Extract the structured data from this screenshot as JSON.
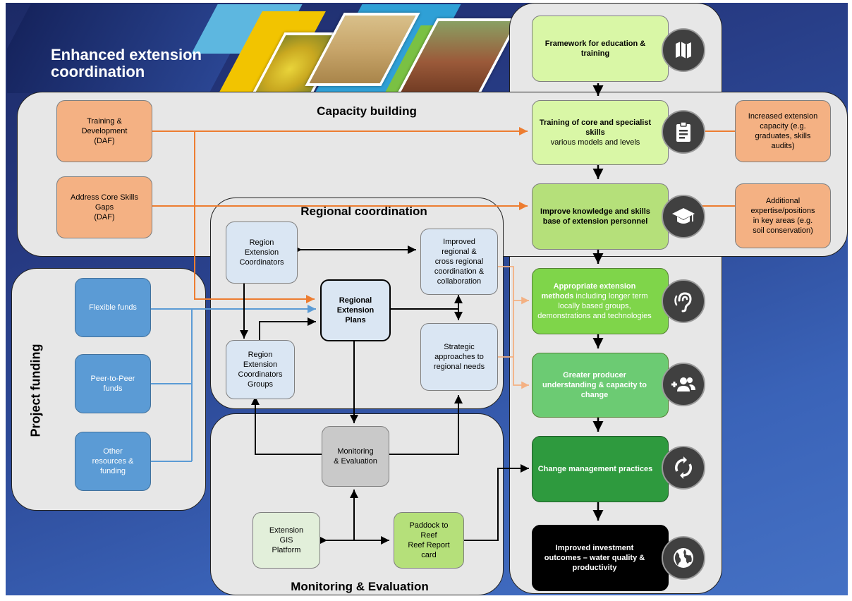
{
  "banner": {
    "title_line1": "Enhanced extension",
    "title_line2": "coordination"
  },
  "panels": {
    "capacity": "Capacity building",
    "regional": "Regional coordination",
    "funding": "Project funding",
    "monitoring": "Monitoring & Evaluation"
  },
  "capacity": {
    "training_dev": [
      "Training &",
      "Development",
      "(DAF)"
    ],
    "core_skills": [
      "Address Core Skills",
      "Gaps",
      "(DAF)"
    ]
  },
  "regional": {
    "coordinators": [
      "Region",
      "Extension",
      "Coordinators"
    ],
    "coord_groups": [
      "Region",
      "Extension",
      "Coordinators",
      "Groups"
    ],
    "plans": [
      "Regional",
      "Extension",
      "Plans"
    ],
    "improved": [
      "Improved",
      "regional &",
      "cross regional",
      "coordination &",
      "collaboration"
    ],
    "strategic": [
      "Strategic",
      "approaches to",
      "regional needs"
    ]
  },
  "funding": {
    "flexible": "Flexible funds",
    "peer": [
      "Peer-to-Peer",
      "funds"
    ],
    "other": [
      "Other",
      "resources &",
      "funding"
    ]
  },
  "monitoring": {
    "me": [
      "Monitoring",
      "& Evaluation"
    ],
    "gis": [
      "Extension",
      "GIS",
      "Platform"
    ],
    "paddock": [
      "Paddock to",
      "Reef",
      "Reef Report",
      "card"
    ]
  },
  "outcomes": {
    "framework": "Framework for education & training",
    "training_title": "Training of core and specialist skills",
    "training_sub": "various models and levels",
    "knowledge": "Improve knowledge and skills base of extension personnel",
    "methods_bold": "Appropriate extension methods",
    "methods_rest": " including longer term locally based groups, demonstrations and technologies",
    "producer": "Greater producer understanding & capacity to change",
    "change": "Change management practices",
    "investment": "Improved investment outcomes – water quality & productivity"
  },
  "side": {
    "capacity": [
      "Increased extension",
      "capacity (e.g.",
      "graduates, skills",
      "audits)"
    ],
    "expertise": [
      "Additional",
      "expertise/positions",
      "in key areas (e.g.",
      "soil conservation)"
    ]
  },
  "icons": [
    "map-icon",
    "clipboard-icon",
    "graduation-cap-icon",
    "ear-icon",
    "add-people-icon",
    "sync-icon",
    "globe-icon"
  ],
  "colors": {
    "orange_line": "#ed7d31",
    "blue_line": "#5b9bd5",
    "light_orange_line": "#f4b183"
  }
}
